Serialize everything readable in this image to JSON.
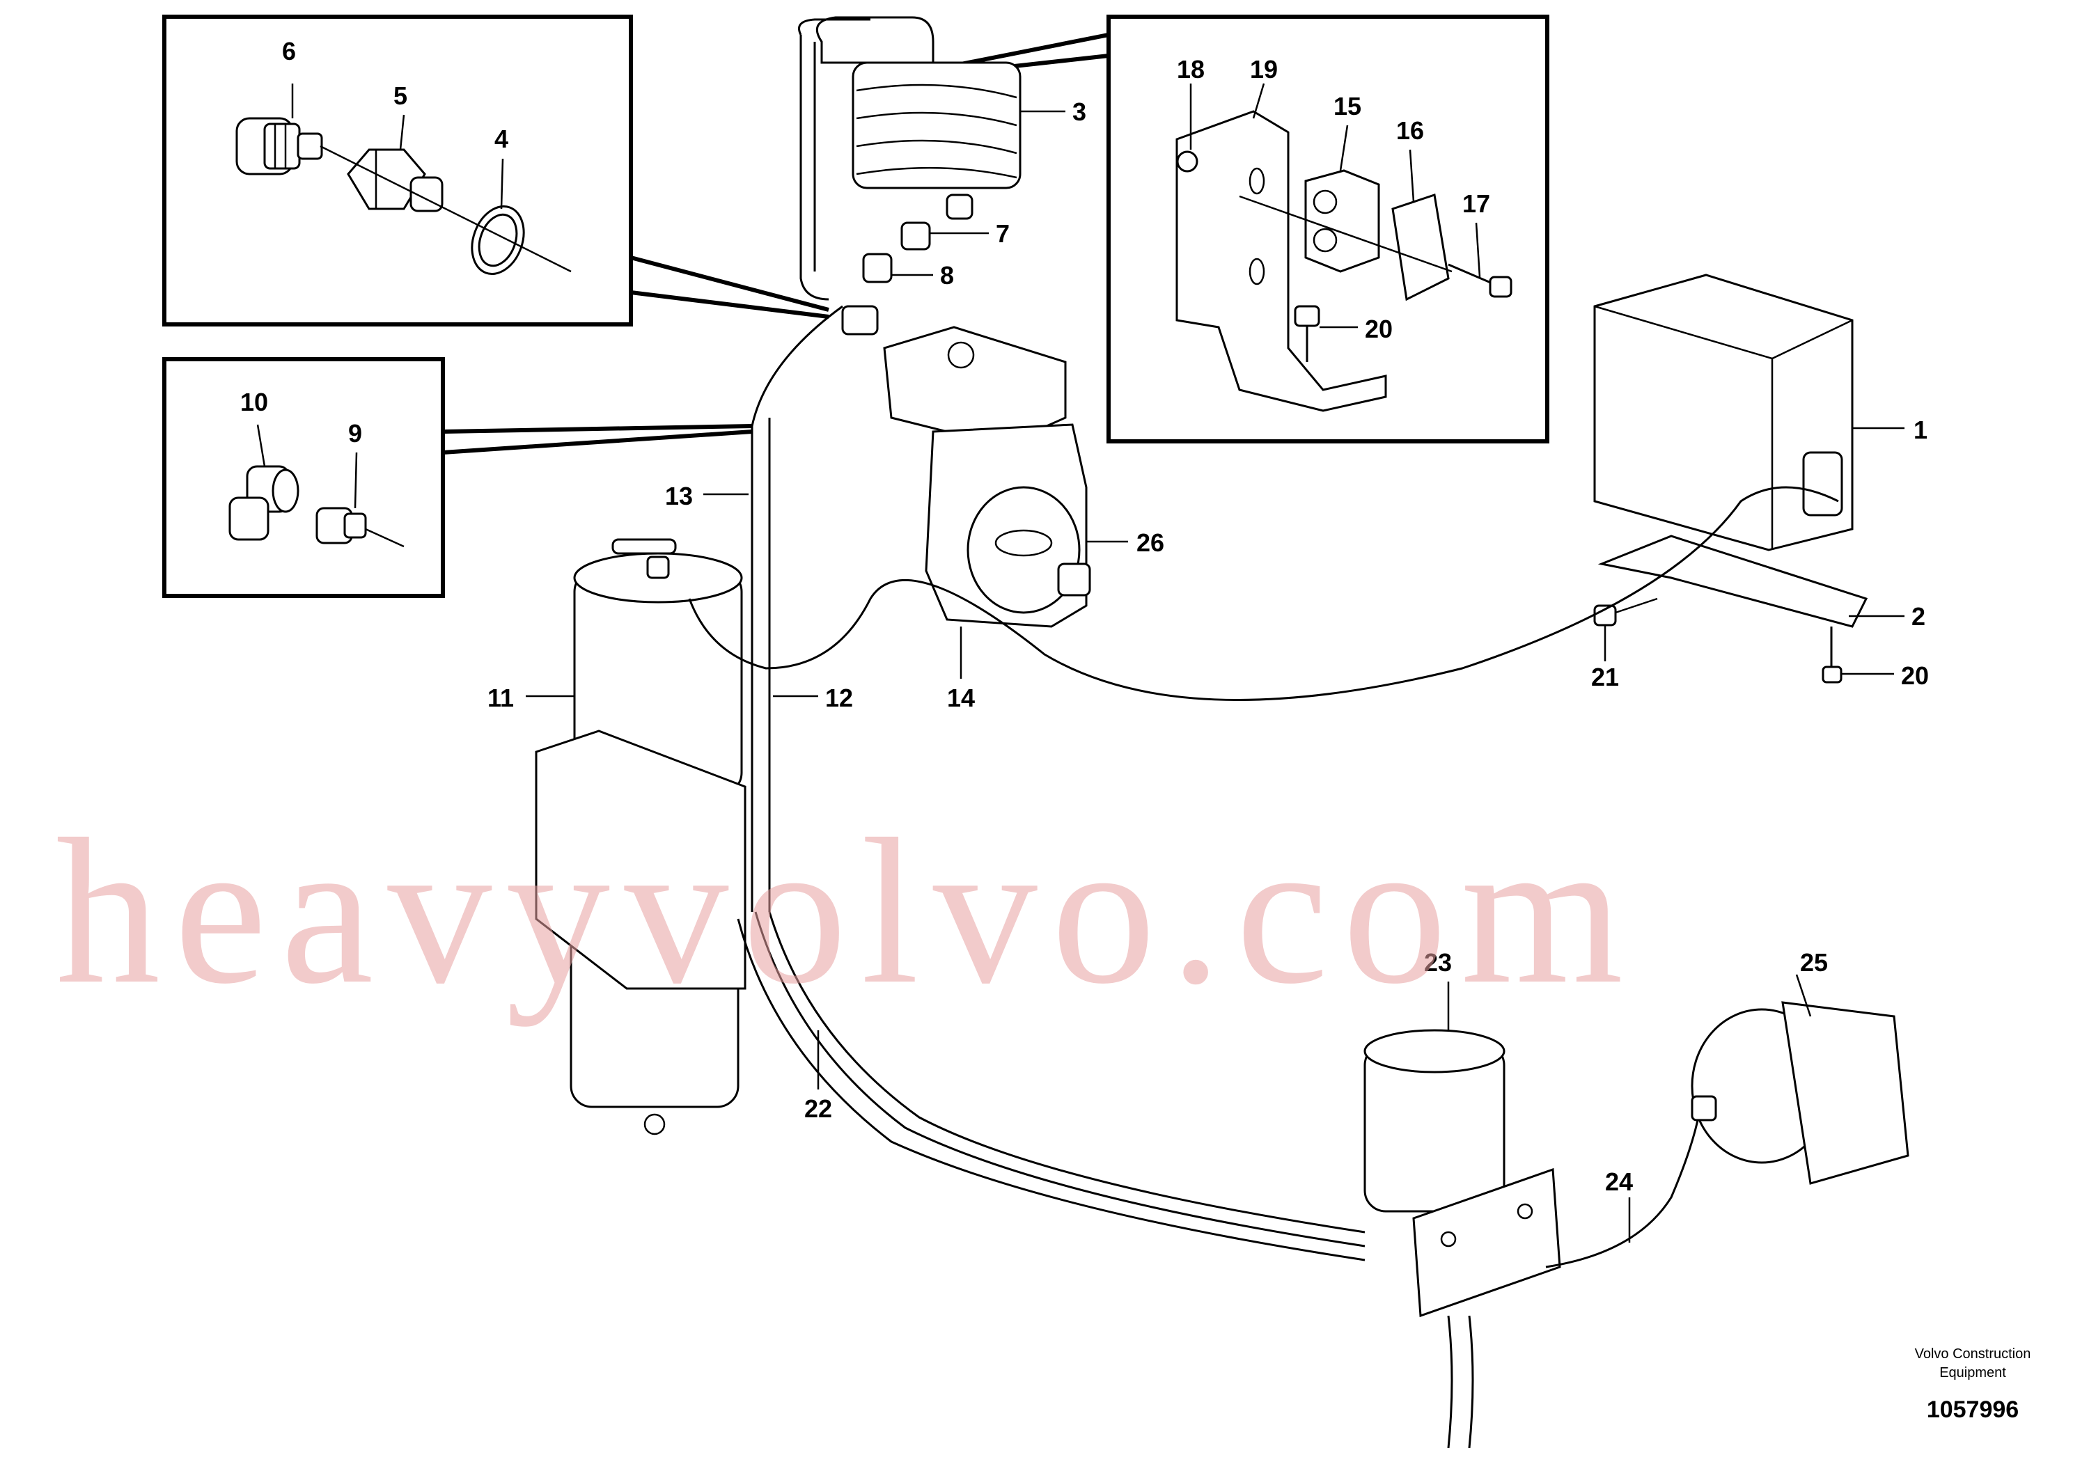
{
  "diagram": {
    "callouts": {
      "c1": "1",
      "c2": "2",
      "c3": "3",
      "c4": "4",
      "c5": "5",
      "c6": "6",
      "c7": "7",
      "c8": "8",
      "c9": "9",
      "c10": "10",
      "c11": "11",
      "c12": "12",
      "c13": "13",
      "c14": "14",
      "c15": "15",
      "c16": "16",
      "c17": "17",
      "c18": "18",
      "c19": "19",
      "c20a": "20",
      "c20b": "20",
      "c21": "21",
      "c22": "22",
      "c23": "23",
      "c24": "24",
      "c25": "25",
      "c26": "26"
    },
    "watermark": "heavyvolvo.com",
    "credit_line1": "Volvo Construction",
    "credit_line2": "Equipment",
    "document_number": "1057996"
  }
}
